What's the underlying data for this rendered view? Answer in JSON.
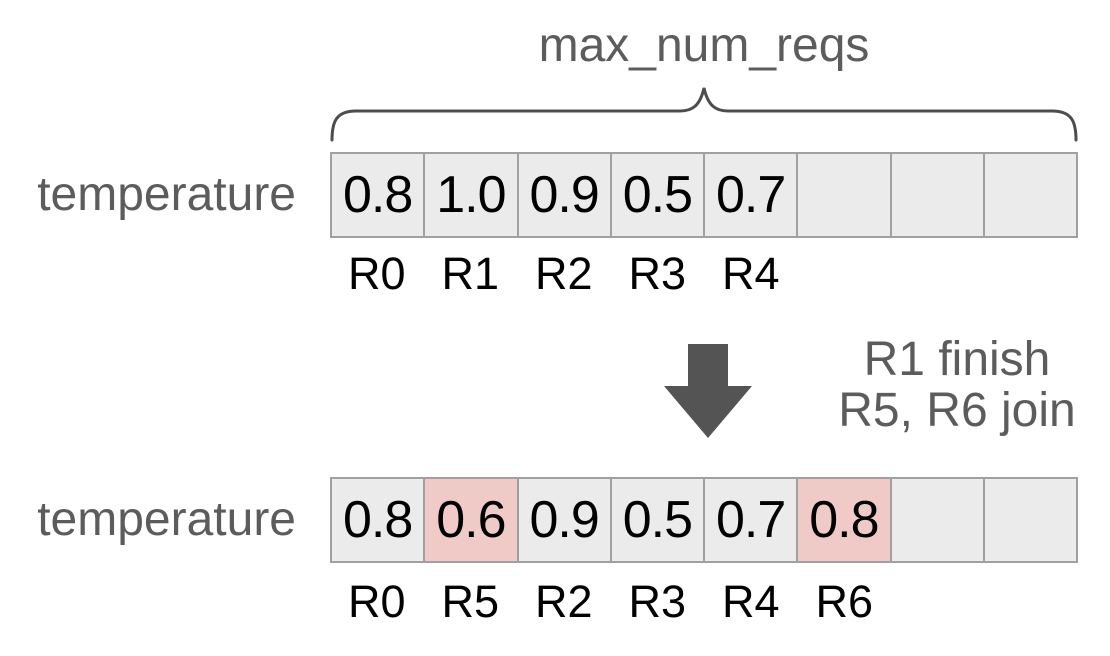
{
  "figure": {
    "brace_label": "max_num_reqs",
    "transition": {
      "icon": "down-arrow",
      "lines": [
        "R1 finish",
        "R5, R6 join"
      ]
    }
  },
  "arrays": {
    "before": {
      "label": "temperature",
      "cells": [
        {
          "value": "0.8",
          "highlighted": false
        },
        {
          "value": "1.0",
          "highlighted": false
        },
        {
          "value": "0.9",
          "highlighted": false
        },
        {
          "value": "0.5",
          "highlighted": false
        },
        {
          "value": "0.7",
          "highlighted": false
        },
        {
          "value": "",
          "highlighted": false
        },
        {
          "value": "",
          "highlighted": false
        },
        {
          "value": "",
          "highlighted": false
        }
      ],
      "request_labels": [
        "R0",
        "R1",
        "R2",
        "R3",
        "R4",
        "",
        "",
        ""
      ]
    },
    "after": {
      "label": "temperature",
      "cells": [
        {
          "value": "0.8",
          "highlighted": false
        },
        {
          "value": "0.6",
          "highlighted": true
        },
        {
          "value": "0.9",
          "highlighted": false
        },
        {
          "value": "0.5",
          "highlighted": false
        },
        {
          "value": "0.7",
          "highlighted": false
        },
        {
          "value": "0.8",
          "highlighted": true
        },
        {
          "value": "",
          "highlighted": false
        },
        {
          "value": "",
          "highlighted": false
        }
      ],
      "request_labels": [
        "R0",
        "R5",
        "R2",
        "R3",
        "R4",
        "R6",
        "",
        ""
      ]
    }
  },
  "colors": {
    "cell-bg": "#ebebeb",
    "cell-highlight-bg": "#efcac6",
    "cell-border": "#a0a0a0",
    "cell-text": "#000000",
    "muted-text": "#5c5c5c",
    "stroke": "#4d4d4d",
    "arrow": "#545454"
  }
}
